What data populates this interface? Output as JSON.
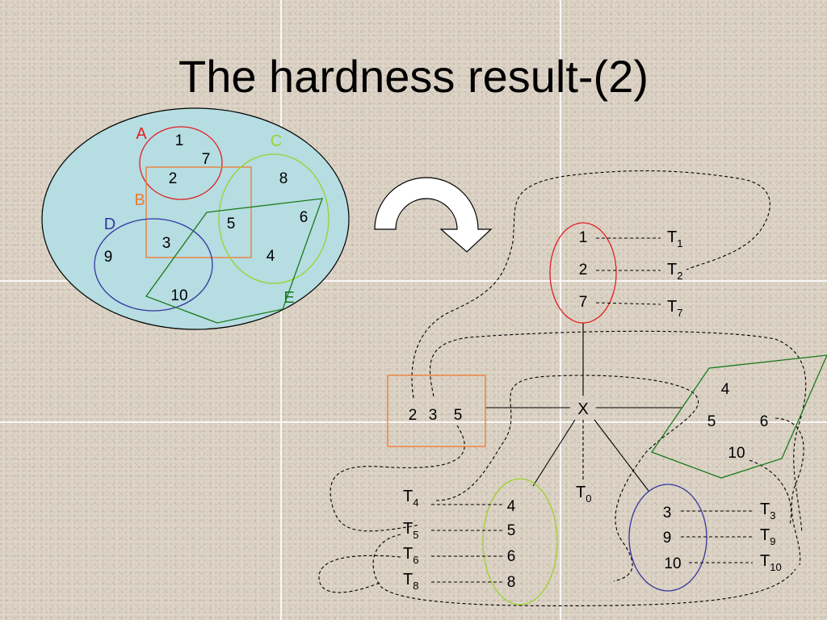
{
  "slide": {
    "title": "The hardness result-(2)"
  },
  "colors": {
    "set_A": "#e02020",
    "set_B": "#f07a30",
    "set_C": "#9ad22a",
    "set_D": "#3535a0",
    "set_E": "#1a7a1a",
    "universe_fill": "#b5dde2"
  },
  "left_diagram": {
    "set_labels": {
      "A": "A",
      "B": "B",
      "C": "C",
      "D": "D",
      "E": "E"
    },
    "elements": {
      "e1": "1",
      "e2": "2",
      "e3": "3",
      "e4": "4",
      "e5": "5",
      "e6": "6",
      "e7": "7",
      "e8": "8",
      "e9": "9",
      "e10": "10"
    }
  },
  "transform_arrow_icon": "curved-arrow-icon",
  "right_diagram": {
    "center": "X",
    "t0": {
      "main": "T",
      "sub": "0"
    },
    "group_A": {
      "elements": [
        "1",
        "2",
        "7"
      ],
      "terminals": [
        {
          "main": "T",
          "sub": "1"
        },
        {
          "main": "T",
          "sub": "2"
        },
        {
          "main": "T",
          "sub": "7"
        }
      ]
    },
    "group_B": {
      "elements": [
        "2",
        "3",
        "5"
      ]
    },
    "group_E": {
      "elements": [
        "4",
        "5",
        "6",
        "10"
      ]
    },
    "group_C": {
      "elements": [
        "4",
        "5",
        "6",
        "8"
      ],
      "terminals": [
        {
          "main": "T",
          "sub": "4"
        },
        {
          "main": "T",
          "sub": "5"
        },
        {
          "main": "T",
          "sub": "6"
        },
        {
          "main": "T",
          "sub": "8"
        }
      ]
    },
    "group_D": {
      "elements": [
        "3",
        "9",
        "10"
      ],
      "terminals": [
        {
          "main": "T",
          "sub": "3"
        },
        {
          "main": "T",
          "sub": "9"
        },
        {
          "main": "T",
          "sub": "10"
        }
      ]
    }
  }
}
